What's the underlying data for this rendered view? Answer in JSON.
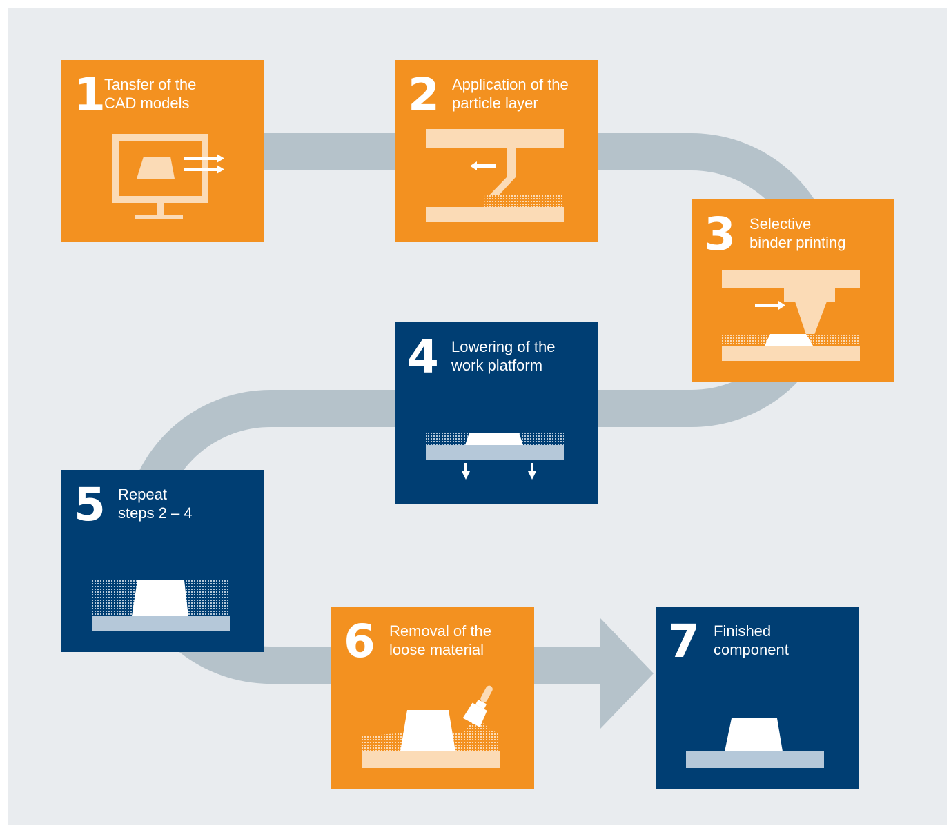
{
  "colors": {
    "background": "#e9ecef",
    "path": "#b5c2ca",
    "orange": "#f39120",
    "blue": "#003e73",
    "orange_light": "#fbdbb6",
    "blue_light": "#b5c8d9"
  },
  "steps": [
    {
      "number": "1",
      "line1": "Tansfer of the",
      "line2": "CAD models",
      "color": "orange",
      "icon": "computer-monitor-icon"
    },
    {
      "number": "2",
      "line1": "Application of the",
      "line2": "particle layer",
      "color": "orange",
      "icon": "recoater-icon"
    },
    {
      "number": "3",
      "line1": "Selective",
      "line2": "binder printing",
      "color": "orange",
      "icon": "print-head-icon"
    },
    {
      "number": "4",
      "line1": "Lowering of the",
      "line2": "work platform",
      "color": "blue",
      "icon": "platform-lowering-icon"
    },
    {
      "number": "5",
      "line1": "Repeat",
      "line2": "steps 2 – 4",
      "color": "blue",
      "icon": "layered-part-icon"
    },
    {
      "number": "6",
      "line1": "Removal of the",
      "line2": "loose material",
      "color": "orange",
      "icon": "brush-icon"
    },
    {
      "number": "7",
      "line1": "Finished",
      "line2": "component",
      "color": "blue",
      "icon": "finished-part-icon"
    }
  ]
}
